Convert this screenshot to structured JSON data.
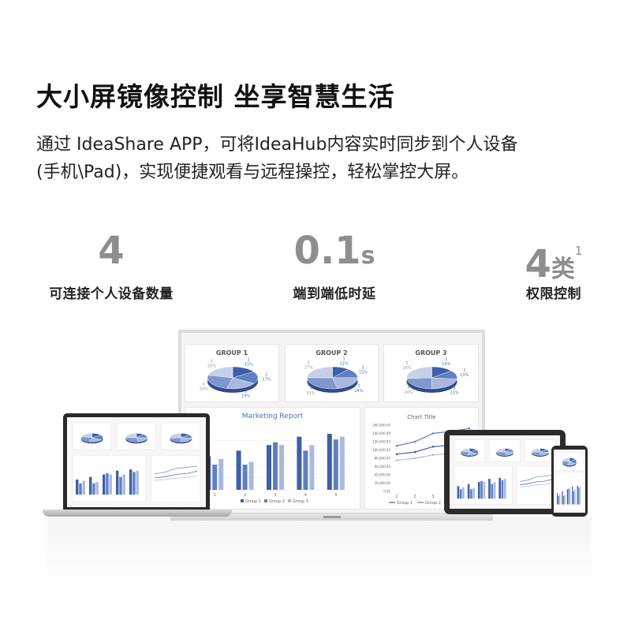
{
  "headline": "大小屏镜像控制 坐享智慧生活",
  "description": {
    "line1": "通过 IdeaShare APP，可将IdeaHub内容实时同步到个人设备",
    "line2": "(手机\\Pad)，实现便捷观看与远程操控，轻松掌控大屏。"
  },
  "stats": [
    {
      "value": "4",
      "unit": "",
      "sup": "",
      "label": "可连接个人设备数量"
    },
    {
      "value": "0.1",
      "unit": "s",
      "sup": "",
      "label": "端到端低时延"
    },
    {
      "value": "4",
      "unit": "类",
      "sup": "1",
      "label": "权限控制"
    }
  ],
  "colors": {
    "accent_dark": "#3f5ea8",
    "accent_mid": "#5f7fc4",
    "accent_light": "#a9b9dd",
    "stat_gray": "#8e8e8e"
  },
  "hub_screen": {
    "pies": [
      {
        "title": "GROUP 1",
        "labels": [
          {
            "n": "1",
            "p": "15%"
          },
          {
            "n": "2",
            "p": "17%"
          },
          {
            "n": "3",
            "p": "19%"
          },
          {
            "n": "4",
            "p": "24%"
          },
          {
            "n": "5",
            "p": "20%"
          }
        ]
      },
      {
        "title": "GROUP 2",
        "labels": [
          {
            "n": "1",
            "p": "12%"
          },
          {
            "n": "2",
            "p": "15%"
          },
          {
            "n": "3",
            "p": "24%"
          },
          {
            "n": "4",
            "p": "31%"
          },
          {
            "n": "5",
            "p": "27%"
          }
        ]
      },
      {
        "title": "GROUP 3",
        "labels": [
          {
            "n": "1",
            "p": "14%"
          },
          {
            "n": "2",
            "p": "13%"
          },
          {
            "n": "3",
            "p": "23%"
          },
          {
            "n": "4",
            "p": "24%"
          },
          {
            "n": "5",
            "p": "26%"
          }
        ]
      }
    ],
    "bar_chart": {
      "title": "Marketing Report",
      "categories": [
        "1",
        "2",
        "3",
        "4",
        "5"
      ],
      "series": [
        {
          "name": "Group 1",
          "values": [
            60,
            70,
            80,
            95,
            100
          ]
        },
        {
          "name": "Group 2",
          "values": [
            45,
            45,
            85,
            70,
            90
          ]
        },
        {
          "name": "Group 3",
          "values": [
            55,
            50,
            80,
            80,
            95
          ]
        }
      ],
      "ylim": [
        0,
        110
      ]
    },
    "line_chart": {
      "title": "Chart Title",
      "categories": [
        "1",
        "2",
        "3",
        "4",
        "5"
      ],
      "y_ticks": [
        "160,000.00",
        "140,000.00",
        "120,000.00",
        "100,000.00",
        "80,000.00",
        "60,000.00",
        "40,000.00",
        "20,000.00",
        "0.00"
      ],
      "series": [
        {
          "name": "Group 1",
          "values": [
            90000,
            95000,
            108000,
            112000,
            125000
          ]
        },
        {
          "name": "Group 2",
          "values": [
            110000,
            120000,
            140000,
            145000,
            152000
          ]
        },
        {
          "name": "Group 3",
          "values": [
            75000,
            80000,
            88000,
            92000,
            100000
          ]
        }
      ],
      "ylim": [
        0,
        160000
      ]
    }
  }
}
